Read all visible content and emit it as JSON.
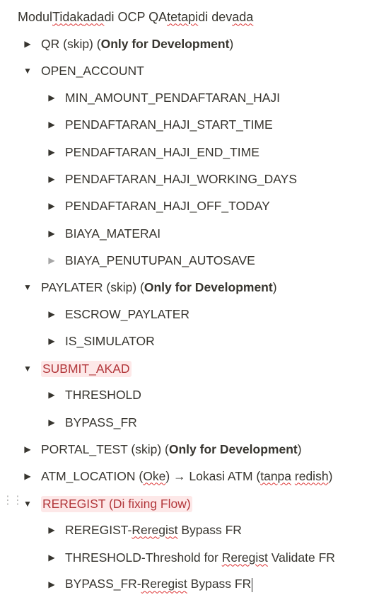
{
  "heading": {
    "parts": [
      "Modul ",
      "Tidak",
      " ",
      "ada",
      " di OCP QA ",
      "tetapi",
      " di dev ",
      "ada"
    ]
  },
  "rows": [
    {
      "parts": [
        "QR (skip) (",
        "Only for Development",
        ")"
      ]
    },
    {
      "parts": [
        "OPEN_ACCOUNT"
      ]
    },
    {
      "parts": [
        "MIN_AMOUNT_PENDAFTARAN_HAJI"
      ]
    },
    {
      "parts": [
        "PENDAFTARAN_HAJI_START_TIME"
      ]
    },
    {
      "parts": [
        "PENDAFTARAN_HAJI_END_TIME"
      ]
    },
    {
      "parts": [
        "PENDAFTARAN_HAJI_WORKING_DAYS"
      ]
    },
    {
      "parts": [
        "PENDAFTARAN_HAJI_OFF_TODAY"
      ]
    },
    {
      "parts": [
        "BIAYA_MATERAI"
      ]
    },
    {
      "parts": [
        "BIAYA_PENUTUPAN_AUTOSAVE"
      ]
    },
    {
      "parts": [
        "PAYLATER (skip) (",
        "Only for Development",
        ")"
      ]
    },
    {
      "parts": [
        "ESCROW_PAYLATER"
      ]
    },
    {
      "parts": [
        "IS_SIMULATOR"
      ]
    },
    {
      "parts": [
        "SUBMIT_AKAD"
      ]
    },
    {
      "parts": [
        "THRESHOLD"
      ]
    },
    {
      "parts": [
        "BYPASS_FR"
      ]
    },
    {
      "parts": [
        "PORTAL_TEST (skip) (",
        "Only for Development",
        ")"
      ]
    },
    {
      "parts": [
        "ATM_LOCATION (",
        "Oke",
        ") → Lokasi ATM (",
        "tanpa",
        " ",
        "redish",
        ")"
      ]
    },
    {
      "parts": [
        "REREGIST (Di fixing Flow)"
      ]
    },
    {
      "parts": [
        "REREGIST-",
        "Reregist",
        " Bypass FR"
      ]
    },
    {
      "parts": [
        "THRESHOLD-Threshold for ",
        "Reregist",
        " Validate FR"
      ]
    },
    {
      "parts": [
        "BYPASS_FR-",
        "Reregist",
        " Bypass FR"
      ]
    }
  ],
  "icons": {
    "collapsed": "triangle-right-icon",
    "expanded": "triangle-down-icon",
    "drag": "drag-handle-icon"
  },
  "colors": {
    "text": "#37352f",
    "highlight_bg": "#fde8e8",
    "highlight_text": "#b2373b",
    "spellcheck": "#dd3333"
  }
}
